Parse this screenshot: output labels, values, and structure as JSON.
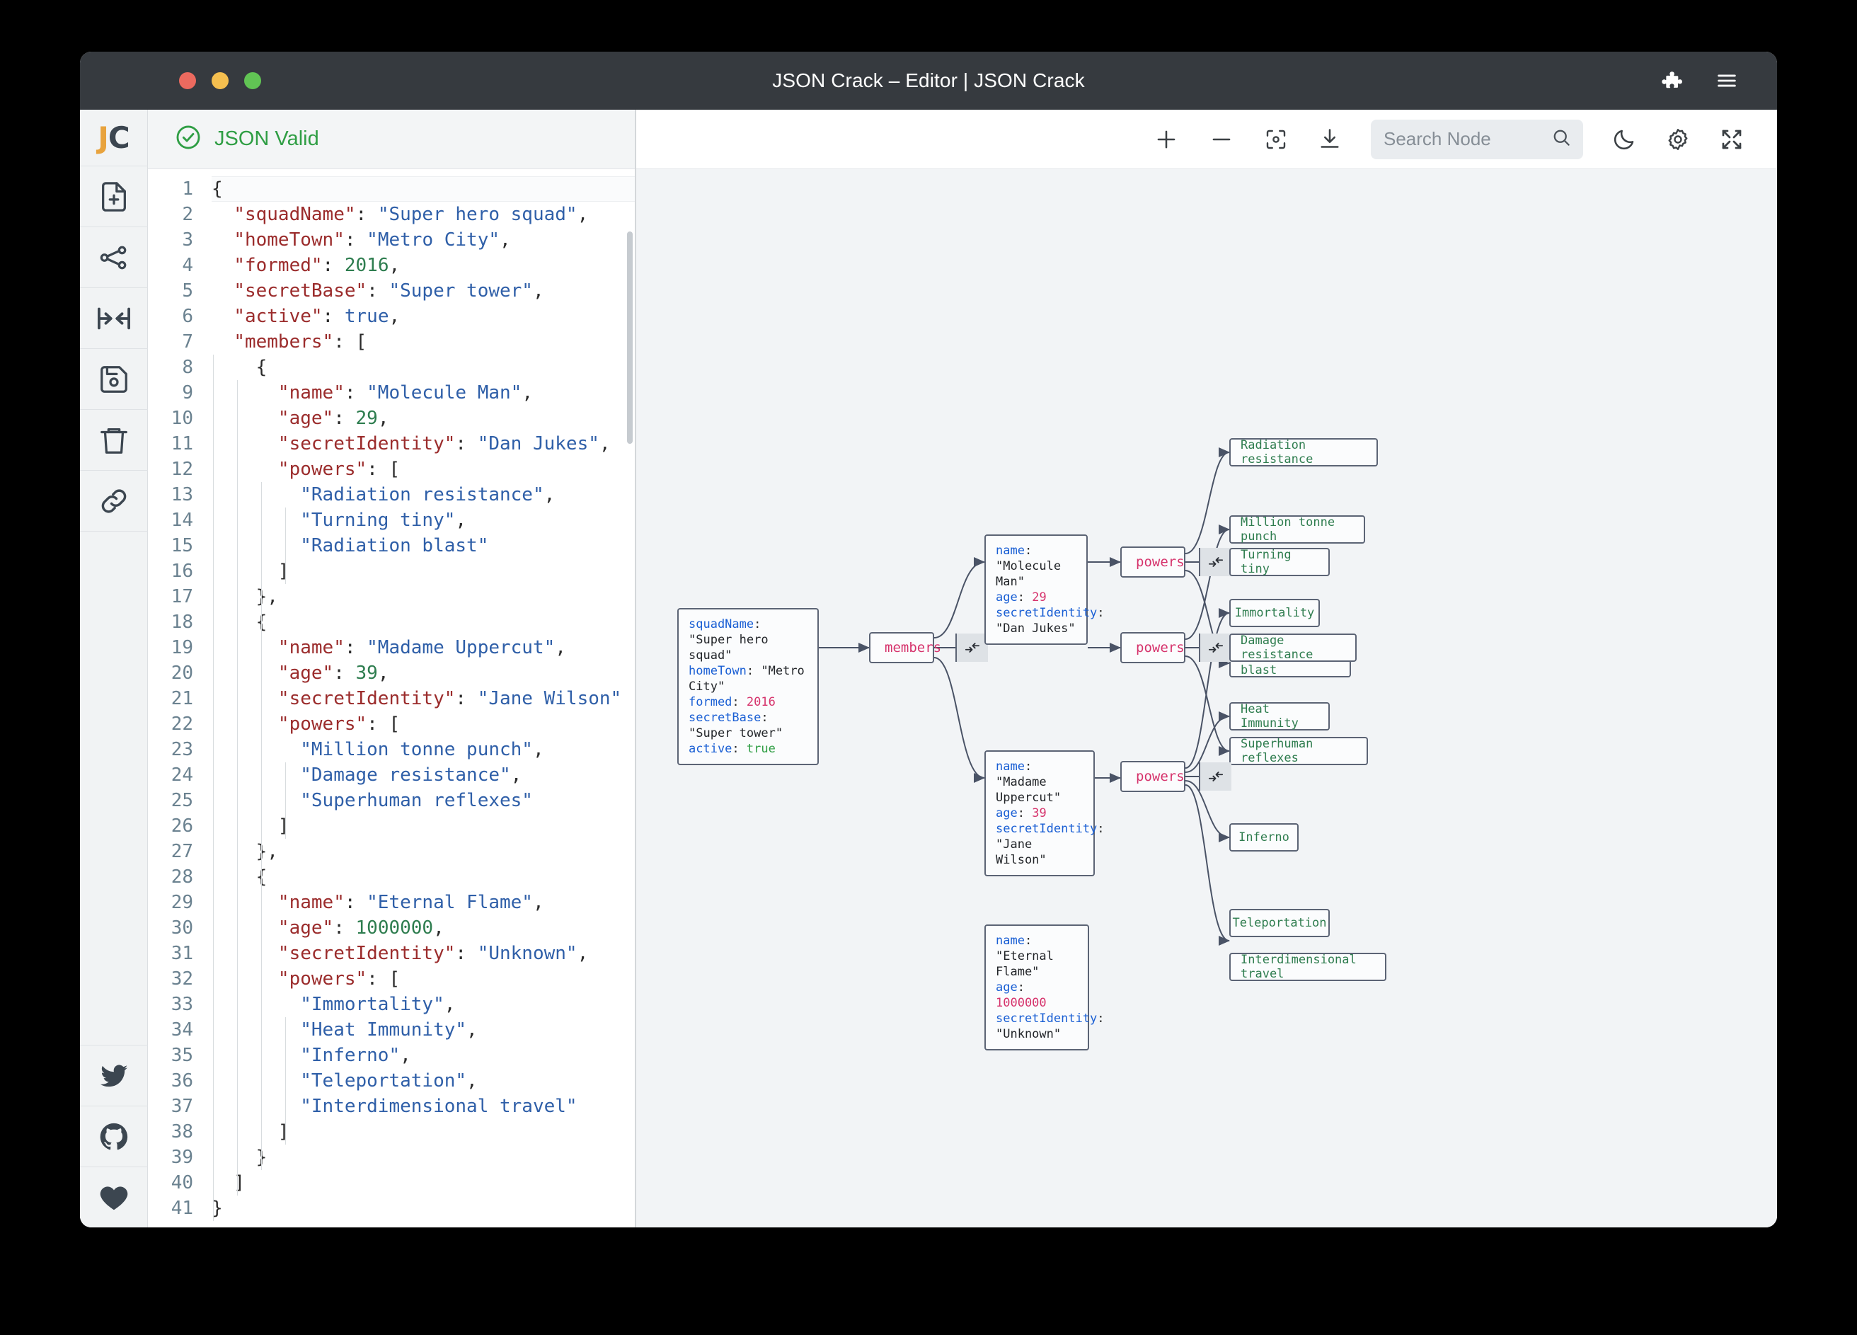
{
  "window": {
    "title": "JSON Crack – Editor | JSON Crack",
    "traffic": {
      "close": "close-window",
      "minimize": "minimize-window",
      "maximize": "maximize-window"
    },
    "right_icons": [
      {
        "name": "extensions-icon",
        "label": "Extensions"
      },
      {
        "name": "menu-icon",
        "label": "Menu"
      }
    ]
  },
  "rail": {
    "logo": {
      "first": "J",
      "second": "C"
    },
    "items": [
      {
        "name": "new-document-icon",
        "label": "New Document"
      },
      {
        "name": "share-graph-icon",
        "label": "Share"
      },
      {
        "name": "collapse-arrows-icon",
        "label": "Collapse"
      },
      {
        "name": "save-icon",
        "label": "Save"
      },
      {
        "name": "delete-icon",
        "label": "Delete"
      },
      {
        "name": "link-icon",
        "label": "Copy Link"
      }
    ],
    "bottom_items": [
      {
        "name": "twitter-icon",
        "label": "Twitter"
      },
      {
        "name": "github-icon",
        "label": "GitHub"
      },
      {
        "name": "heart-icon",
        "label": "Support"
      }
    ]
  },
  "editor": {
    "status": "JSON Valid",
    "status_icon": "check-circle-icon",
    "line_count": 41,
    "lines": [
      [
        {
          "t": "{",
          "c": "p"
        }
      ],
      [
        {
          "t": "  ",
          "c": "p"
        },
        {
          "t": "\"squadName\"",
          "c": "k"
        },
        {
          "t": ": ",
          "c": "p"
        },
        {
          "t": "\"Super hero squad\"",
          "c": "s"
        },
        {
          "t": ",",
          "c": "p"
        }
      ],
      [
        {
          "t": "  ",
          "c": "p"
        },
        {
          "t": "\"homeTown\"",
          "c": "k"
        },
        {
          "t": ": ",
          "c": "p"
        },
        {
          "t": "\"Metro City\"",
          "c": "s"
        },
        {
          "t": ",",
          "c": "p"
        }
      ],
      [
        {
          "t": "  ",
          "c": "p"
        },
        {
          "t": "\"formed\"",
          "c": "k"
        },
        {
          "t": ": ",
          "c": "p"
        },
        {
          "t": "2016",
          "c": "n"
        },
        {
          "t": ",",
          "c": "p"
        }
      ],
      [
        {
          "t": "  ",
          "c": "p"
        },
        {
          "t": "\"secretBase\"",
          "c": "k"
        },
        {
          "t": ": ",
          "c": "p"
        },
        {
          "t": "\"Super tower\"",
          "c": "s"
        },
        {
          "t": ",",
          "c": "p"
        }
      ],
      [
        {
          "t": "  ",
          "c": "p"
        },
        {
          "t": "\"active\"",
          "c": "k"
        },
        {
          "t": ": ",
          "c": "p"
        },
        {
          "t": "true",
          "c": "b"
        },
        {
          "t": ",",
          "c": "p"
        }
      ],
      [
        {
          "t": "  ",
          "c": "p"
        },
        {
          "t": "\"members\"",
          "c": "k"
        },
        {
          "t": ": [",
          "c": "p"
        }
      ],
      [
        {
          "t": "    {",
          "c": "p"
        }
      ],
      [
        {
          "t": "      ",
          "c": "p"
        },
        {
          "t": "\"name\"",
          "c": "k"
        },
        {
          "t": ": ",
          "c": "p"
        },
        {
          "t": "\"Molecule Man\"",
          "c": "s"
        },
        {
          "t": ",",
          "c": "p"
        }
      ],
      [
        {
          "t": "      ",
          "c": "p"
        },
        {
          "t": "\"age\"",
          "c": "k"
        },
        {
          "t": ": ",
          "c": "p"
        },
        {
          "t": "29",
          "c": "n"
        },
        {
          "t": ",",
          "c": "p"
        }
      ],
      [
        {
          "t": "      ",
          "c": "p"
        },
        {
          "t": "\"secretIdentity\"",
          "c": "k"
        },
        {
          "t": ": ",
          "c": "p"
        },
        {
          "t": "\"Dan Jukes\"",
          "c": "s"
        },
        {
          "t": ",",
          "c": "p"
        }
      ],
      [
        {
          "t": "      ",
          "c": "p"
        },
        {
          "t": "\"powers\"",
          "c": "k"
        },
        {
          "t": ": [",
          "c": "p"
        }
      ],
      [
        {
          "t": "        ",
          "c": "p"
        },
        {
          "t": "\"Radiation resistance\"",
          "c": "s"
        },
        {
          "t": ",",
          "c": "p"
        }
      ],
      [
        {
          "t": "        ",
          "c": "p"
        },
        {
          "t": "\"Turning tiny\"",
          "c": "s"
        },
        {
          "t": ",",
          "c": "p"
        }
      ],
      [
        {
          "t": "        ",
          "c": "p"
        },
        {
          "t": "\"Radiation blast\"",
          "c": "s"
        }
      ],
      [
        {
          "t": "      ]",
          "c": "p"
        }
      ],
      [
        {
          "t": "    },",
          "c": "p"
        }
      ],
      [
        {
          "t": "    {",
          "c": "p"
        }
      ],
      [
        {
          "t": "      ",
          "c": "p"
        },
        {
          "t": "\"name\"",
          "c": "k"
        },
        {
          "t": ": ",
          "c": "p"
        },
        {
          "t": "\"Madame Uppercut\"",
          "c": "s"
        },
        {
          "t": ",",
          "c": "p"
        }
      ],
      [
        {
          "t": "      ",
          "c": "p"
        },
        {
          "t": "\"age\"",
          "c": "k"
        },
        {
          "t": ": ",
          "c": "p"
        },
        {
          "t": "39",
          "c": "n"
        },
        {
          "t": ",",
          "c": "p"
        }
      ],
      [
        {
          "t": "      ",
          "c": "p"
        },
        {
          "t": "\"secretIdentity\"",
          "c": "k"
        },
        {
          "t": ": ",
          "c": "p"
        },
        {
          "t": "\"Jane Wilson\"",
          "c": "s"
        }
      ],
      [
        {
          "t": "      ",
          "c": "p"
        },
        {
          "t": "\"powers\"",
          "c": "k"
        },
        {
          "t": ": [",
          "c": "p"
        }
      ],
      [
        {
          "t": "        ",
          "c": "p"
        },
        {
          "t": "\"Million tonne punch\"",
          "c": "s"
        },
        {
          "t": ",",
          "c": "p"
        }
      ],
      [
        {
          "t": "        ",
          "c": "p"
        },
        {
          "t": "\"Damage resistance\"",
          "c": "s"
        },
        {
          "t": ",",
          "c": "p"
        }
      ],
      [
        {
          "t": "        ",
          "c": "p"
        },
        {
          "t": "\"Superhuman reflexes\"",
          "c": "s"
        }
      ],
      [
        {
          "t": "      ]",
          "c": "p"
        }
      ],
      [
        {
          "t": "    },",
          "c": "p"
        }
      ],
      [
        {
          "t": "    {",
          "c": "p"
        }
      ],
      [
        {
          "t": "      ",
          "c": "p"
        },
        {
          "t": "\"name\"",
          "c": "k"
        },
        {
          "t": ": ",
          "c": "p"
        },
        {
          "t": "\"Eternal Flame\"",
          "c": "s"
        },
        {
          "t": ",",
          "c": "p"
        }
      ],
      [
        {
          "t": "      ",
          "c": "p"
        },
        {
          "t": "\"age\"",
          "c": "k"
        },
        {
          "t": ": ",
          "c": "p"
        },
        {
          "t": "1000000",
          "c": "n"
        },
        {
          "t": ",",
          "c": "p"
        }
      ],
      [
        {
          "t": "      ",
          "c": "p"
        },
        {
          "t": "\"secretIdentity\"",
          "c": "k"
        },
        {
          "t": ": ",
          "c": "p"
        },
        {
          "t": "\"Unknown\"",
          "c": "s"
        },
        {
          "t": ",",
          "c": "p"
        }
      ],
      [
        {
          "t": "      ",
          "c": "p"
        },
        {
          "t": "\"powers\"",
          "c": "k"
        },
        {
          "t": ": [",
          "c": "p"
        }
      ],
      [
        {
          "t": "        ",
          "c": "p"
        },
        {
          "t": "\"Immortality\"",
          "c": "s"
        },
        {
          "t": ",",
          "c": "p"
        }
      ],
      [
        {
          "t": "        ",
          "c": "p"
        },
        {
          "t": "\"Heat Immunity\"",
          "c": "s"
        },
        {
          "t": ",",
          "c": "p"
        }
      ],
      [
        {
          "t": "        ",
          "c": "p"
        },
        {
          "t": "\"Inferno\"",
          "c": "s"
        },
        {
          "t": ",",
          "c": "p"
        }
      ],
      [
        {
          "t": "        ",
          "c": "p"
        },
        {
          "t": "\"Teleportation\"",
          "c": "s"
        },
        {
          "t": ",",
          "c": "p"
        }
      ],
      [
        {
          "t": "        ",
          "c": "p"
        },
        {
          "t": "\"Interdimensional travel\"",
          "c": "s"
        }
      ],
      [
        {
          "t": "      ]",
          "c": "p"
        }
      ],
      [
        {
          "t": "    }",
          "c": "p"
        }
      ],
      [
        {
          "t": "  ]",
          "c": "p"
        }
      ],
      [
        {
          "t": "}",
          "c": "p"
        }
      ]
    ]
  },
  "graph_toolbar": {
    "buttons": [
      {
        "name": "zoom-in-button",
        "icon": "plus-icon"
      },
      {
        "name": "zoom-out-button",
        "icon": "minus-icon"
      },
      {
        "name": "center-view-button",
        "icon": "focus-icon"
      },
      {
        "name": "download-button",
        "icon": "download-icon"
      }
    ],
    "search": {
      "placeholder": "Search Node",
      "value": "",
      "icon": "search-icon"
    },
    "right_buttons": [
      {
        "name": "dark-mode-toggle",
        "icon": "moon-icon"
      },
      {
        "name": "settings-button",
        "icon": "gear-icon"
      },
      {
        "name": "fullscreen-button",
        "icon": "expand-icon"
      }
    ]
  },
  "graph": {
    "root": {
      "id": "root-node",
      "rows": [
        {
          "key": "squadName",
          "value": "\"Super hero squad\"",
          "type": "string"
        },
        {
          "key": "homeTown",
          "value": "\"Metro City\"",
          "type": "string"
        },
        {
          "key": "formed",
          "value": "2016",
          "type": "number"
        },
        {
          "key": "secretBase",
          "value": "\"Super tower\"",
          "type": "string"
        },
        {
          "key": "active",
          "value": "true",
          "type": "boolean"
        }
      ]
    },
    "members_key": {
      "label": "members",
      "collapse_icon": "collapse-icon"
    },
    "members": [
      {
        "id": "member-molecule-man",
        "rows": [
          {
            "key": "name",
            "value": "\"Molecule Man\"",
            "type": "string"
          },
          {
            "key": "age",
            "value": "29",
            "type": "number"
          },
          {
            "key": "secretIdentity",
            "value": "\"Dan Jukes\"",
            "type": "string"
          }
        ],
        "powers_key": {
          "label": "powers",
          "collapse_icon": "collapse-icon"
        },
        "powers": [
          "Radiation resistance",
          "Turning tiny",
          "Radiation blast"
        ]
      },
      {
        "id": "member-madame-uppercut",
        "rows": [
          {
            "key": "name",
            "value": "\"Madame Uppercut\"",
            "type": "string"
          },
          {
            "key": "age",
            "value": "39",
            "type": "number"
          },
          {
            "key": "secretIdentity",
            "value": "\"Jane Wilson\"",
            "type": "string"
          }
        ],
        "powers_key": {
          "label": "powers",
          "collapse_icon": "collapse-icon"
        },
        "powers": [
          "Million tonne punch",
          "Damage resistance",
          "Superhuman reflexes"
        ]
      },
      {
        "id": "member-eternal-flame",
        "rows": [
          {
            "key": "name",
            "value": "\"Eternal Flame\"",
            "type": "string"
          },
          {
            "key": "age",
            "value": "1000000",
            "type": "number"
          },
          {
            "key": "secretIdentity",
            "value": "\"Unknown\"",
            "type": "string"
          }
        ],
        "powers_key": {
          "label": "powers",
          "collapse_icon": "collapse-icon"
        },
        "powers": [
          "Immortality",
          "Heat Immunity",
          "Inferno",
          "Teleportation",
          "Interdimensional travel"
        ]
      }
    ]
  },
  "colors": {
    "titlebar": "#363A3F",
    "valid_green": "#2F9E44",
    "node_key_blue": "#1A5FD4",
    "node_number_pink": "#D6336C",
    "node_leaf_green": "#2F7D4F",
    "key_node_magenta": "#D6336C",
    "canvas_bg": "#F2F4F6",
    "logo_orange": "#E8A33D"
  }
}
